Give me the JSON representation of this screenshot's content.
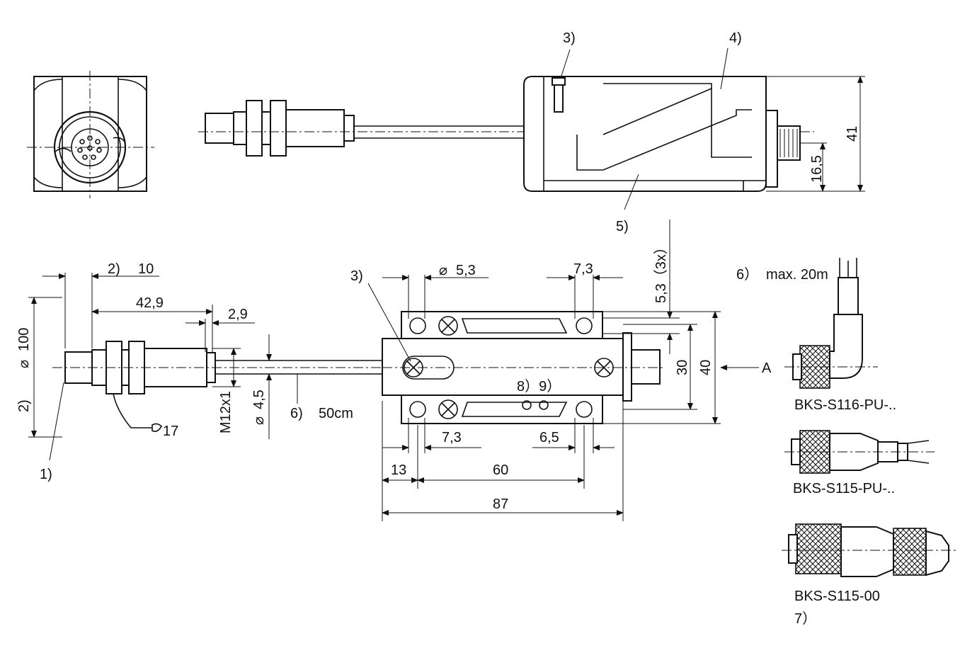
{
  "labels": {
    "ref_3_top": "3)",
    "ref_4": "4)",
    "ref_5": "5)",
    "dim_41": "41",
    "dim_16_5": "16,5",
    "dim_2_10_ref": "2)",
    "dim_10": "10",
    "dim_42_9": "42,9",
    "dim_2_9": "2,9",
    "dim_d100": "100",
    "ref_2_left": "2)",
    "ref_1": "1)",
    "wrench_17": "17",
    "thread_m12": "M12x1",
    "dim_d4_5": "4,5",
    "ref_6_cable": "6)",
    "cable_len": "50cm",
    "ref_3_mid": "3)",
    "dim_d5_3": "5,3",
    "dim_7_3_top": "7,3",
    "dim_5_3_3x": "5,3（3x）",
    "dim_30": "30",
    "dim_40": "40",
    "view_a": "A",
    "ref_8_9": "8）9）",
    "dim_7_3_bottom": "7,3",
    "dim_6_5": "6,5",
    "dim_13": "13",
    "dim_60": "60",
    "dim_87": "87",
    "ref_6_max": "6）",
    "max_len": "max. 20m",
    "conn_1": "BKS-S116-PU-..",
    "conn_2": "BKS-S115-PU-..",
    "conn_3": "BKS-S115-00",
    "ref_7": "7）"
  }
}
